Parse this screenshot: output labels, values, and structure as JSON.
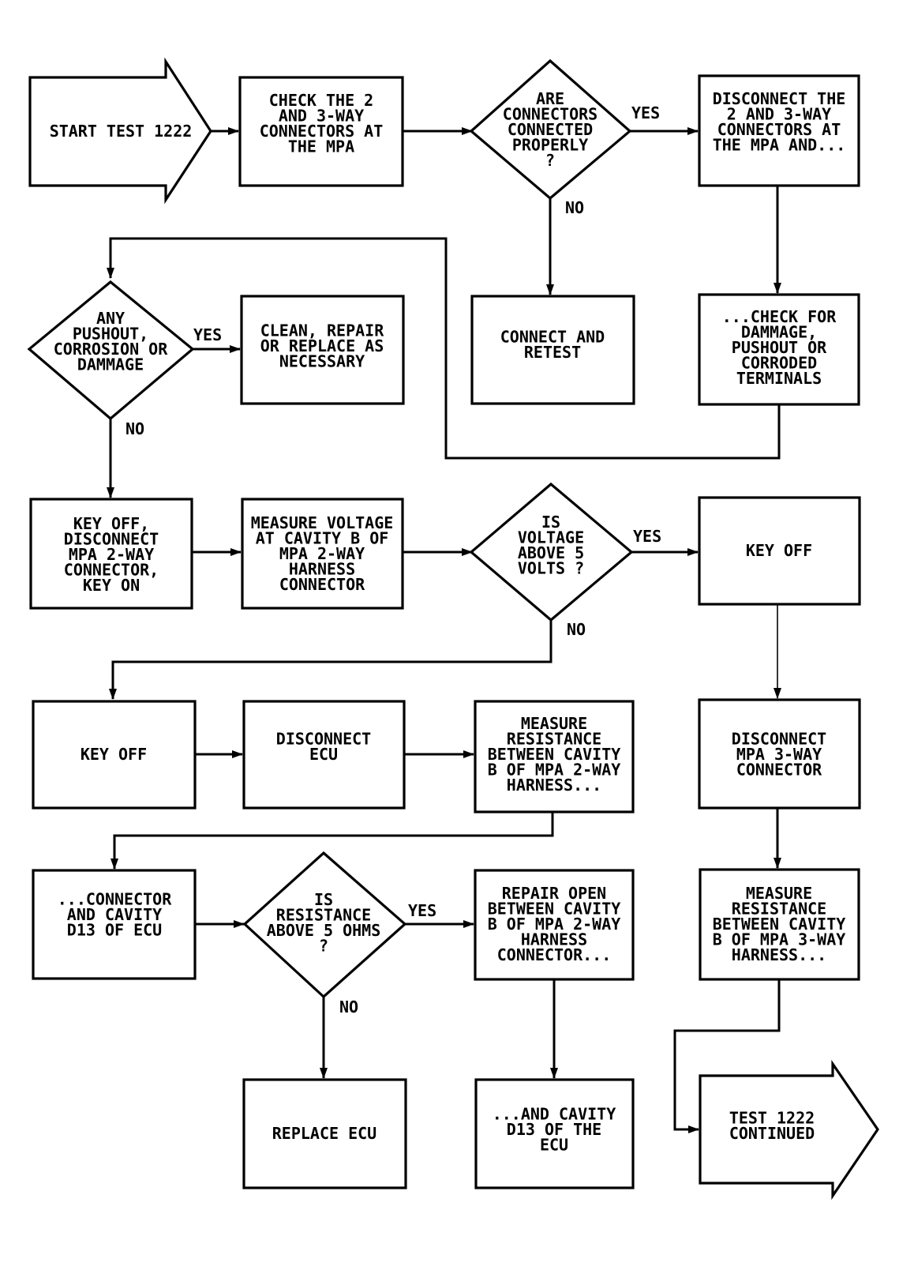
{
  "nodes": {
    "start": [
      "START TEST 1222"
    ],
    "check_connectors": [
      "CHECK THE 2",
      "AND 3-WAY",
      "CONNECTORS AT",
      "THE MPA"
    ],
    "q_connected": [
      "ARE",
      "CONNECTORS",
      "CONNECTED",
      "PROPERLY",
      "?"
    ],
    "disconnect_connectors": [
      "DISCONNECT THE",
      "2 AND 3-WAY",
      "CONNECTORS AT",
      "THE MPA AND..."
    ],
    "q_damage": [
      "ANY",
      "PUSHOUT,",
      "CORROSION OR",
      "DAMMAGE"
    ],
    "clean_repair": [
      "CLEAN, REPAIR",
      "OR REPLACE AS",
      "NECESSARY"
    ],
    "connect_retest": [
      "CONNECT AND",
      "RETEST"
    ],
    "check_damage": [
      "...CHECK FOR",
      "DAMMAGE,",
      "PUSHOUT OR",
      "CORRODED",
      "TERMINALS"
    ],
    "key_off_disconnect": [
      "KEY OFF,",
      "DISCONNECT",
      "MPA 2-WAY",
      "CONNECTOR,",
      "KEY ON"
    ],
    "measure_voltage": [
      "MEASURE VOLTAGE",
      "AT CAVITY B OF",
      "MPA 2-WAY",
      "HARNESS",
      "CONNECTOR"
    ],
    "q_voltage": [
      "IS",
      "VOLTAGE",
      "ABOVE 5",
      "VOLTS ?"
    ],
    "key_off_right": [
      "KEY OFF"
    ],
    "key_off_left": [
      "KEY OFF"
    ],
    "disconnect_ecu": [
      "DISCONNECT",
      "ECU"
    ],
    "measure_resistance_2way": [
      "MEASURE",
      "RESISTANCE",
      "BETWEEN CAVITY",
      "B OF MPA 2-WAY",
      "HARNESS..."
    ],
    "disconnect_3way": [
      "DISCONNECT",
      "MPA 3-WAY",
      "CONNECTOR"
    ],
    "connector_d13": [
      "...CONNECTOR",
      "AND CAVITY",
      "D13 OF ECU"
    ],
    "q_resistance": [
      "IS",
      "RESISTANCE",
      "ABOVE 5 OHMS",
      "?"
    ],
    "repair_open": [
      "REPAIR OPEN",
      "BETWEEN CAVITY",
      "B OF MPA 2-WAY",
      "HARNESS",
      "CONNECTOR..."
    ],
    "measure_resistance_3way": [
      "MEASURE",
      "RESISTANCE",
      "BETWEEN CAVITY",
      "B OF MPA 3-WAY",
      "HARNESS..."
    ],
    "replace_ecu": [
      "REPLACE ECU"
    ],
    "and_cavity_d13": [
      "...AND CAVITY",
      "D13 OF THE",
      "ECU"
    ],
    "continued": [
      "TEST 1222",
      "CONTINUED"
    ]
  },
  "branch_labels": {
    "connected_yes": "YES",
    "connected_no": "NO",
    "damage_yes": "YES",
    "damage_no": "NO",
    "voltage_yes": "YES",
    "voltage_no": "NO",
    "resistance_yes": "YES",
    "resistance_no": "NO"
  }
}
